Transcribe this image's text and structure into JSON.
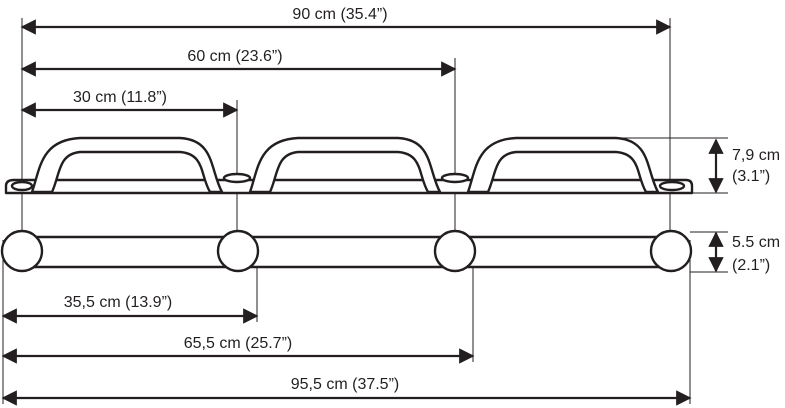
{
  "dimensions": {
    "top_90": "90 cm (35.4”)",
    "top_60": "60 cm (23.6”)",
    "top_30": "30 cm (11.8”)",
    "height_hooks_cm": "7,9 cm",
    "height_hooks_in": "(3.1”)",
    "height_rail_cm": "5.5 cm",
    "height_rail_in": "(2.1”)",
    "bottom_35": "35,5 cm (13.9”)",
    "bottom_65": "65,5 cm (25.7”)",
    "bottom_95": "95,5 cm (37.5”)"
  },
  "colors": {
    "ink": "#231f20",
    "background": "#ffffff"
  }
}
